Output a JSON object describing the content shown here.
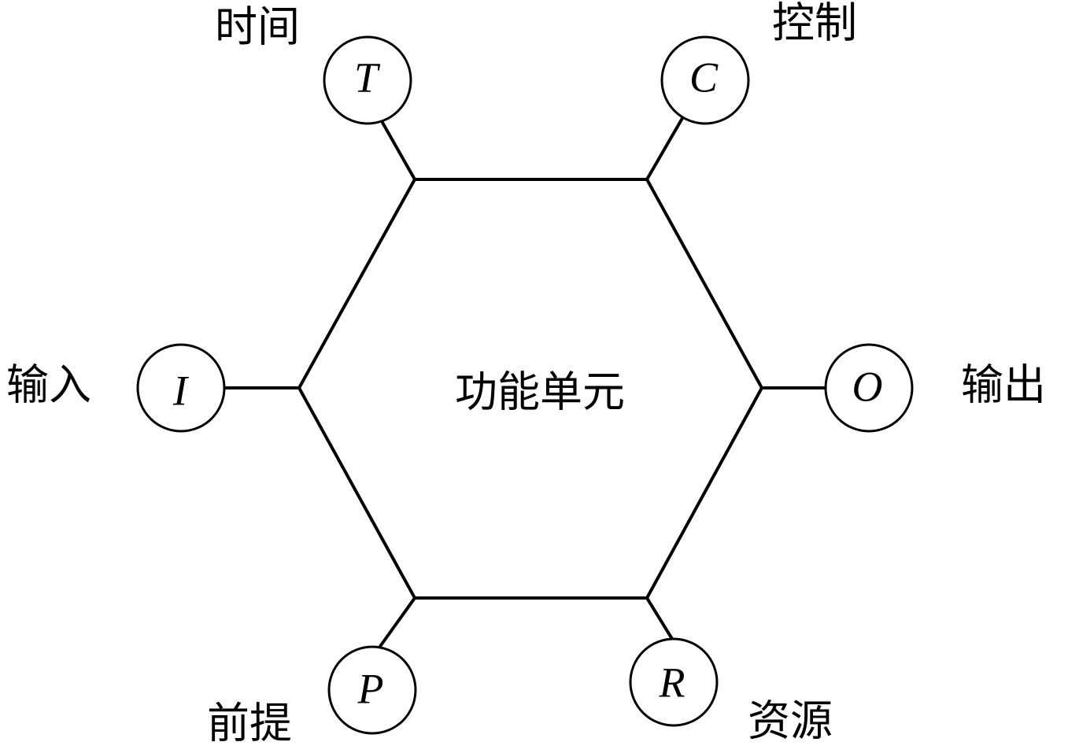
{
  "diagram": {
    "center_label": "功能单元",
    "nodes": {
      "time": {
        "letter": "T",
        "label": "时间"
      },
      "control": {
        "letter": "C",
        "label": "控制"
      },
      "input": {
        "letter": "I",
        "label": "输入"
      },
      "output": {
        "letter": "O",
        "label": "输出"
      },
      "precondition": {
        "letter": "P",
        "label": "前提"
      },
      "resource": {
        "letter": "R",
        "label": "资源"
      }
    }
  }
}
